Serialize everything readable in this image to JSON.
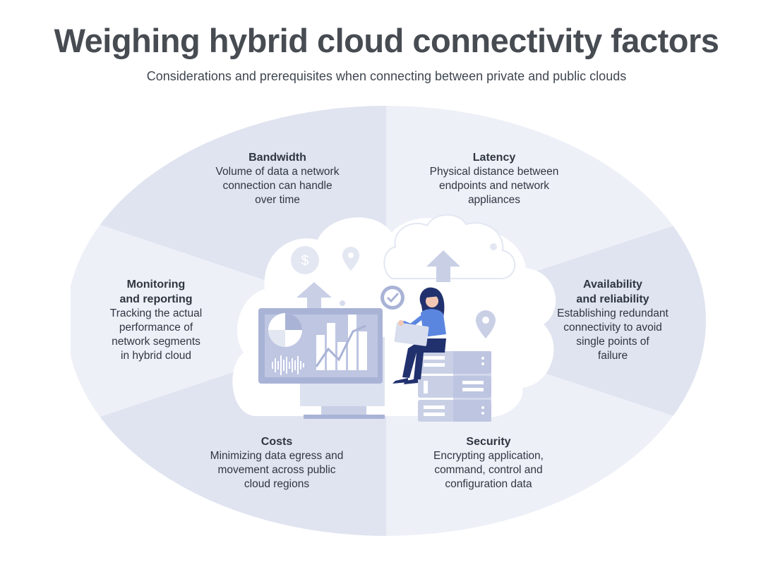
{
  "header": {
    "title": "Weighing hybrid cloud connectivity factors",
    "subtitle": "Considerations and prerequisites when connecting between private and public clouds"
  },
  "factors": [
    {
      "title": "Bandwidth",
      "desc": "Volume of data a network\nconnection can handle\nover time"
    },
    {
      "title": "Latency",
      "desc": "Physical distance between\nendpoints and network\nappliances"
    },
    {
      "title": "Availability\nand reliability",
      "desc": "Establishing redundant\nconnectivity to avoid\nsingle points of\nfailure"
    },
    {
      "title": "Security",
      "desc": "Encrypting application,\ncommand, control and\nconfiguration data"
    },
    {
      "title": "Costs",
      "desc": "Minimizing data egress and\nmovement across public\ncloud regions"
    },
    {
      "title": "Monitoring\nand reporting",
      "desc": "Tracking the actual\nperformance of\nnetwork segments\nin hybrid cloud"
    }
  ],
  "illustration": {
    "dollar_symbol": "$",
    "icons": [
      "dollar-icon",
      "location-pin-icon",
      "upload-arrow-icon",
      "checkmark-badge-icon",
      "pie-chart-icon",
      "bar-chart-icon",
      "server-stack-icon",
      "person-with-laptop-icon"
    ]
  },
  "colors": {
    "segment_light": "#eef0f8",
    "segment_dark": "#dfe3f0",
    "illustration_light": "#c9d0e6",
    "illustration_mid": "#a9b3d6",
    "accent_blue": "#5b86e0",
    "dark_navy": "#21316e"
  }
}
